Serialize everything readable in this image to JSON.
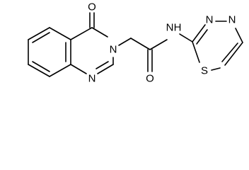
{
  "atoms": {
    "o1": "O",
    "n3": "N",
    "n1": "N",
    "o2": "O",
    "nh": "N",
    "h": "H",
    "s": "S",
    "tn3": "N",
    "tn4": "N"
  }
}
